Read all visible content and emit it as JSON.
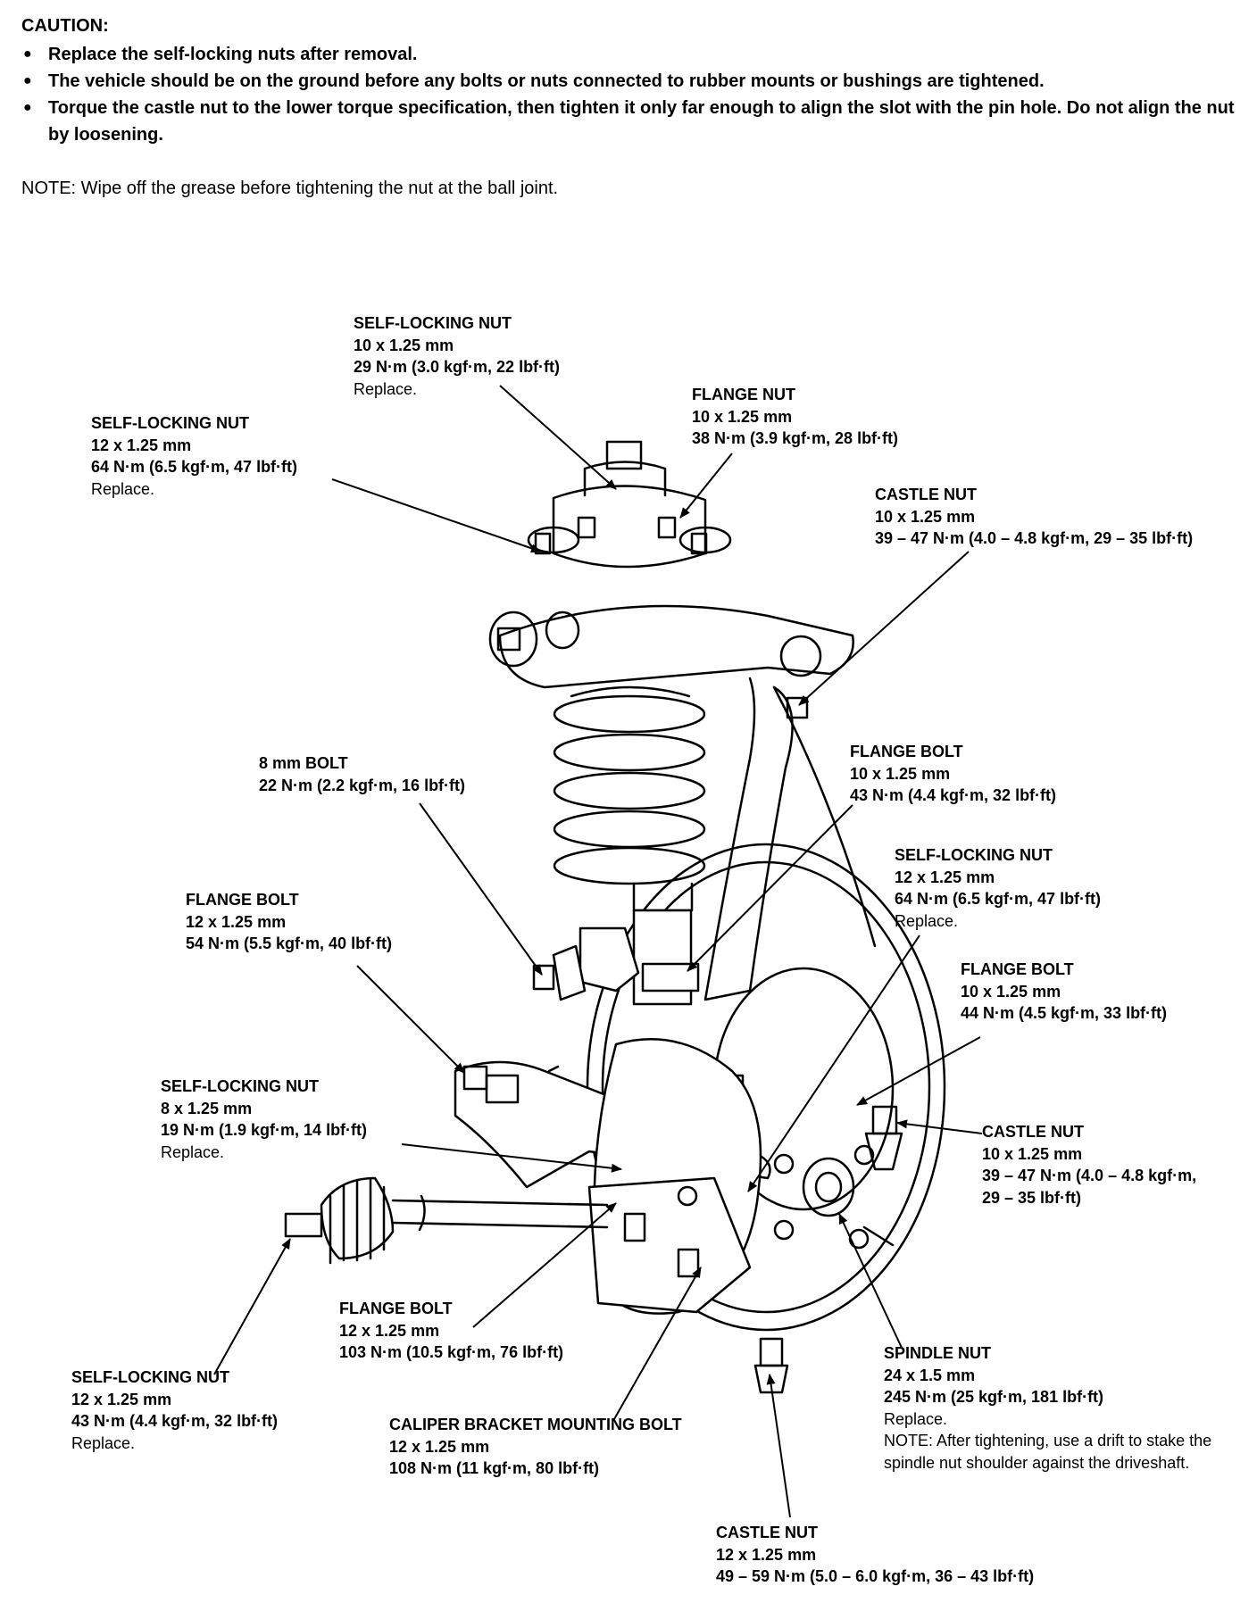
{
  "caution": {
    "title": "CAUTION:",
    "items": [
      "Replace the self-locking nuts after removal.",
      "The vehicle should be on the ground before any bolts or nuts connected to rubber mounts or bushings are tightened.",
      "Torque the castle nut to the lower torque specification, then tighten it only far enough to align the slot with the pin hole. Do not align the nut by loosening."
    ]
  },
  "note": "NOTE: Wipe off the grease before tightening the nut at the ball joint.",
  "callouts": [
    {
      "id": "c1",
      "title": "SELF-LOCKING NUT",
      "size": "10 x 1.25 mm",
      "torque": "29 N·m (3.0 kgf·m, 22 lbf·ft)",
      "remark": "Replace."
    },
    {
      "id": "c2",
      "title": "FLANGE NUT",
      "size": "10 x 1.25 mm",
      "torque": "38 N·m (3.9 kgf·m, 28 lbf·ft)"
    },
    {
      "id": "c3",
      "title": "SELF-LOCKING NUT",
      "size": "12 x 1.25 mm",
      "torque": "64 N·m (6.5 kgf·m, 47 lbf·ft)",
      "remark": "Replace."
    },
    {
      "id": "c4",
      "title": "CASTLE NUT",
      "size": "10 x 1.25 mm",
      "torque": "39 – 47 N·m (4.0 – 4.8 kgf·m, 29 – 35 lbf·ft)"
    },
    {
      "id": "c5",
      "title": "8 mm BOLT",
      "torque": "22 N·m (2.2 kgf·m, 16 lbf·ft)"
    },
    {
      "id": "c6",
      "title": "FLANGE BOLT",
      "size": "10 x 1.25 mm",
      "torque": "43 N·m (4.4 kgf·m, 32 lbf·ft)"
    },
    {
      "id": "c7",
      "title": "SELF-LOCKING NUT",
      "size": "12 x 1.25 mm",
      "torque": "64 N·m (6.5 kgf·m, 47 lbf·ft)",
      "remark": "Replace."
    },
    {
      "id": "c8",
      "title": "FLANGE BOLT",
      "size": "12 x 1.25 mm",
      "torque": "54 N·m (5.5 kgf·m, 40 lbf·ft)"
    },
    {
      "id": "c9",
      "title": "FLANGE BOLT",
      "size": "10 x 1.25 mm",
      "torque": "44 N·m (4.5 kgf·m, 33 lbf·ft)"
    },
    {
      "id": "c10",
      "title": "SELF-LOCKING NUT",
      "size": "8 x 1.25 mm",
      "torque": "19 N·m (1.9 kgf·m, 14 lbf·ft)",
      "remark": "Replace."
    },
    {
      "id": "c11",
      "title": "CASTLE NUT",
      "size": "10 x 1.25 mm",
      "torque": "39 – 47 N·m (4.0 – 4.8 kgf·m,",
      "torque2": "29 – 35 lbf·ft)"
    },
    {
      "id": "c12",
      "title": "FLANGE BOLT",
      "size": "12 x 1.25 mm",
      "torque": "103 N·m (10.5 kgf·m, 76 lbf·ft)"
    },
    {
      "id": "c13",
      "title": "SELF-LOCKING NUT",
      "size": "12 x 1.25 mm",
      "torque": "43 N·m (4.4 kgf·m, 32 lbf·ft)",
      "remark": "Replace."
    },
    {
      "id": "c14",
      "title": "CALIPER BRACKET MOUNTING BOLT",
      "size": "12 x 1.25 mm",
      "torque": "108 N·m (11 kgf·m, 80 lbf·ft)"
    },
    {
      "id": "c15",
      "title": "SPINDLE NUT",
      "size": "24 x 1.5 mm",
      "torque": "245 N·m (25 kgf·m, 181 lbf·ft)",
      "remark": "Replace.",
      "note": "NOTE: After tightening, use a drift to stake the spindle nut shoulder against the driveshaft."
    },
    {
      "id": "c16",
      "title": "CASTLE NUT",
      "size": "12 x 1.25 mm",
      "torque": "49 – 59 N·m (5.0 – 6.0 kgf·m, 36 – 43 lbf·ft)"
    }
  ]
}
